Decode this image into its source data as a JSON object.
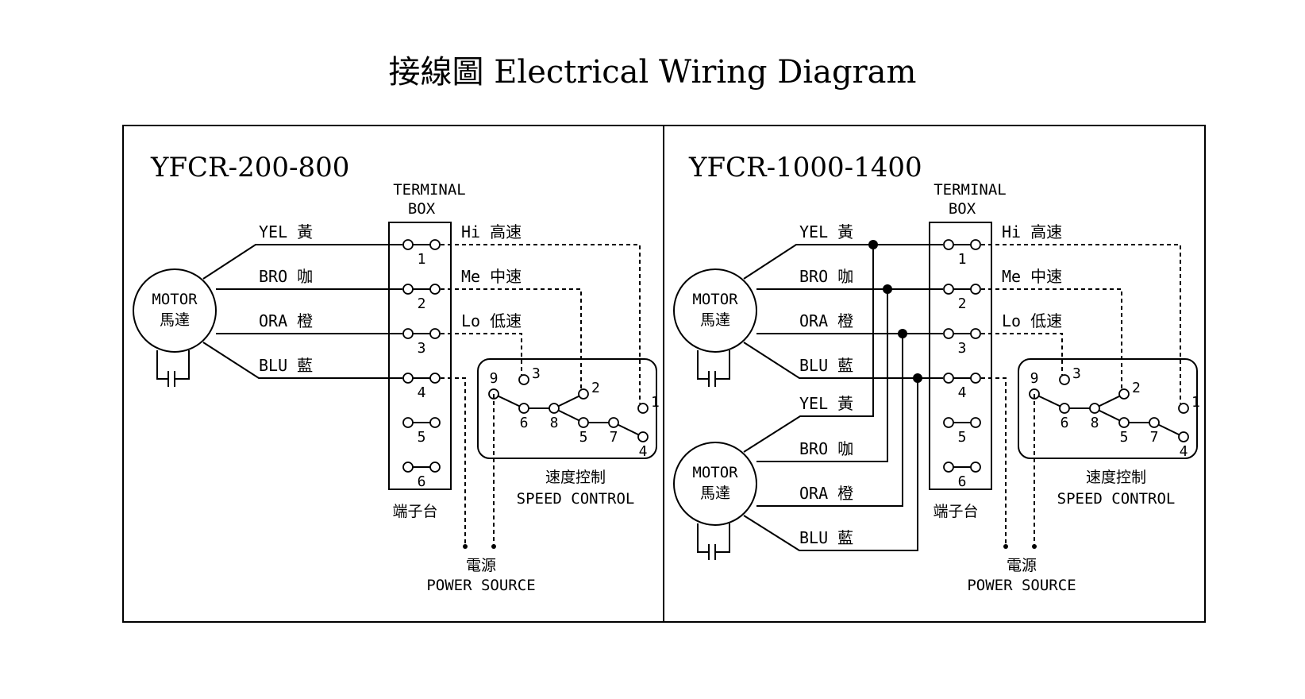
{
  "title": "接線圖 Electrical Wiring Diagram",
  "panels": [
    {
      "model": "YFCR-200-800",
      "motor_label": [
        "MOTOR",
        "馬達"
      ],
      "terminal_box_label": [
        "TERMINAL",
        "BOX"
      ],
      "terminal_numbers": [
        "1",
        "2",
        "3",
        "4",
        "5",
        "6"
      ],
      "terminal_cn": "端子台",
      "wires": [
        "YEL 黃",
        "BRO 咖",
        "ORA 橙",
        "BLU 藍"
      ],
      "speeds": [
        "Hi 高速",
        "Me 中速",
        "Lo 低速"
      ],
      "speed_control": [
        "速度控制",
        "SPEED CONTROL"
      ],
      "switch_numbers": [
        "9",
        "3",
        "2",
        "1",
        "6",
        "8",
        "5",
        "7",
        "4"
      ],
      "power_source": [
        "電源",
        "POWER SOURCE"
      ]
    },
    {
      "model": "YFCR-1000-1400",
      "motor_label": [
        "MOTOR",
        "馬達"
      ],
      "motor2_label": [
        "MOTOR",
        "馬達"
      ],
      "terminal_box_label": [
        "TERMINAL",
        "BOX"
      ],
      "terminal_numbers": [
        "1",
        "2",
        "3",
        "4",
        "5",
        "6"
      ],
      "terminal_cn": "端子台",
      "wires": [
        "YEL 黃",
        "BRO 咖",
        "ORA 橙",
        "BLU 藍"
      ],
      "wires2": [
        "YEL 黃",
        "BRO 咖",
        "ORA 橙",
        "BLU 藍"
      ],
      "speeds": [
        "Hi 高速",
        "Me 中速",
        "Lo 低速"
      ],
      "speed_control": [
        "速度控制",
        "SPEED CONTROL"
      ],
      "switch_numbers": [
        "9",
        "3",
        "2",
        "1",
        "6",
        "8",
        "5",
        "7",
        "4"
      ],
      "power_source": [
        "電源",
        "POWER SOURCE"
      ]
    }
  ]
}
